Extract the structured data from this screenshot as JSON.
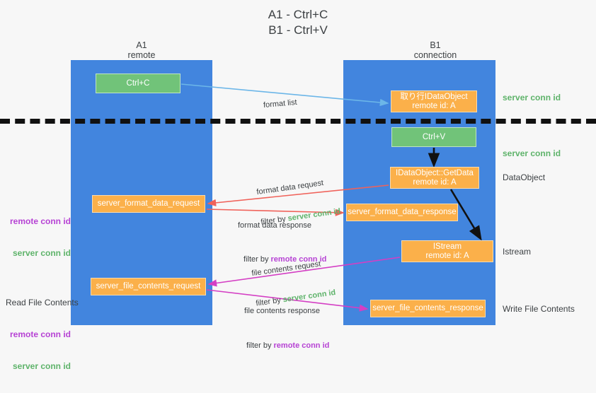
{
  "title": "A1 - Ctrl+C\nB1 - Ctrl+V",
  "columns": {
    "left": "A1\nremote",
    "right": "B1\nconnection"
  },
  "colors": {
    "lane": "#4285de",
    "green_node": "#71c379",
    "orange_node": "#fbb04a",
    "server_conn_id": "#5eb36a",
    "remote_conn_id": "#b642d4",
    "format_list_arrow": "#6cb6e8",
    "format_data_arrow": "#f0625a",
    "file_contents_arrow": "#d43fc4",
    "flow_arrow": "#111111"
  },
  "nodes": {
    "ctrl_c": {
      "line1": "Ctrl+C",
      "line2": ""
    },
    "idataobject": {
      "line1": "取り行IDataObject",
      "line2": "remote id: A"
    },
    "ctrl_v": {
      "line1": "Ctrl+V",
      "line2": ""
    },
    "getdata": {
      "line1": "IDataObject::GetData",
      "line2": "remote id: A"
    },
    "server_format_data_request": {
      "line1": "server_format_data_request",
      "line2": ""
    },
    "server_format_data_response": {
      "line1": "server_format_data_response",
      "line2": ""
    },
    "istream": {
      "line1": "IStream",
      "line2": "remote id: A"
    },
    "server_file_contents_request": {
      "line1": "server_file_contents_request",
      "line2": ""
    },
    "server_file_contents_response": {
      "line1": "server_file_contents_response",
      "line2": ""
    }
  },
  "side_labels": {
    "server_conn_id_top": "server conn id",
    "server_conn_id_mid": "server conn id",
    "dataobject": "DataObject",
    "istream": "Istream",
    "write_file_contents": "Write File Contents",
    "read_file_contents": "Read File Contents",
    "remote_conn_id": "remote conn id",
    "server_conn_id": "server conn id"
  },
  "edges": {
    "format_list": {
      "label": "format list"
    },
    "format_data_request": {
      "label": "format data request",
      "filter_prefix": "filter by ",
      "filter_value": "server conn id"
    },
    "format_data_response": {
      "label": "format data response",
      "filter_prefix": "filter by ",
      "filter_value": "remote conn id"
    },
    "file_contents_request": {
      "label": "file contents request",
      "filter_prefix": "filter by ",
      "filter_value": "server conn id"
    },
    "file_contents_response": {
      "label": "file contents response",
      "filter_prefix": "filter by ",
      "filter_value": "remote conn id"
    }
  }
}
